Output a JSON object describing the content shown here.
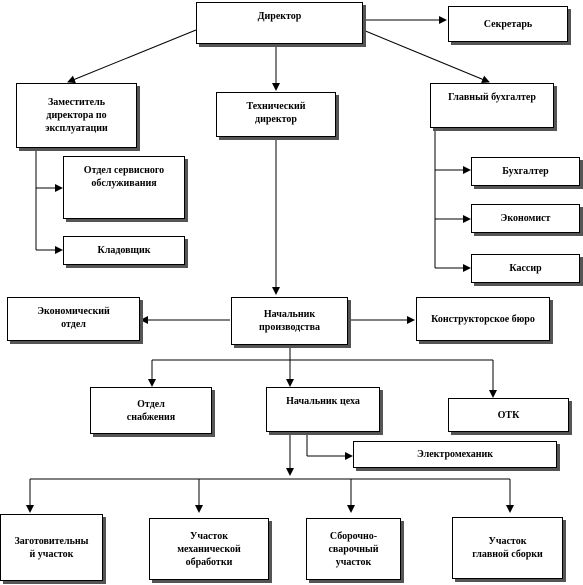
{
  "boxes": {
    "director": "Директор",
    "secretary": "Секретарь",
    "deputy_director": "Заместитель\nдиректора по\nэксплуатации",
    "technical_director": "Технический\nдиректор",
    "chief_accountant": "Главный бухгалтер",
    "service_dept": "Отдел сервисного\nобслуживания",
    "storekeeper": "Кладовщик",
    "accountant": "Бухгалтер",
    "economist": "Экономист",
    "cashier": "Кассир",
    "economic_dept": "Экономический\nотдел",
    "production_head": "Начальник\nпроизводства",
    "design_bureau": "Конструкторское бюро",
    "supply_dept": "Отдел\nснабжения",
    "shop_head": "Начальник цеха",
    "qc": "ОТК",
    "electromechanic": "Электромеханик",
    "procurement_site": "Заготовительны\nй участок",
    "machining_site": "Участок\nмеханической\nобработки",
    "welding_site": "Сборочно-\nсварочный\nучасток",
    "final_assembly_site": "Участок\nглавной сборки"
  },
  "colors": {
    "line": "#000000",
    "shadow": "#555555",
    "background": "#ffffff"
  }
}
